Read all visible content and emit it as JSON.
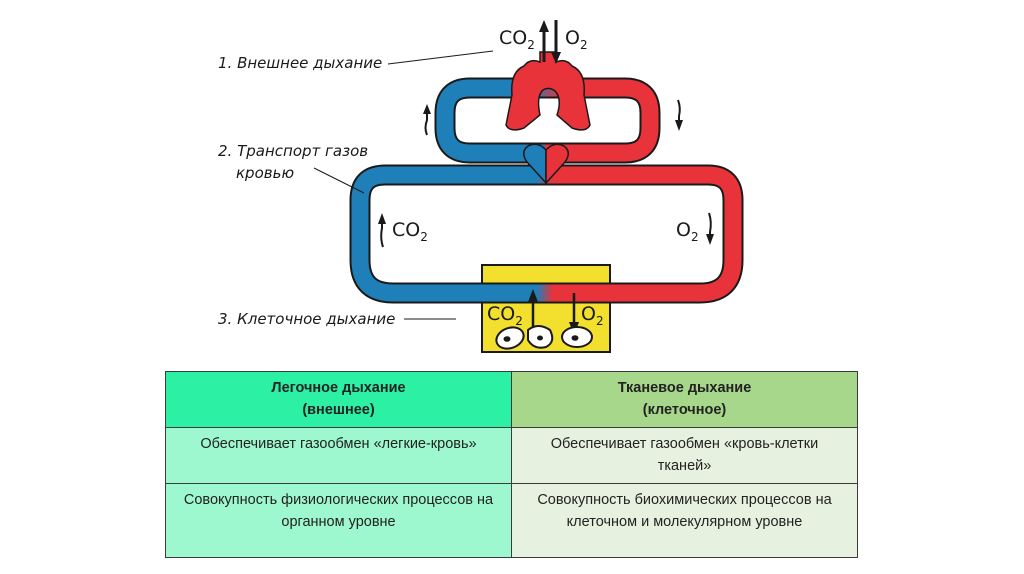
{
  "diagram": {
    "labels": {
      "external": "1. Внешнее дыхание",
      "transport_line1": "2. Транспорт газов",
      "transport_line2": "кровью",
      "cellular": "3. Клеточное дыхание"
    },
    "gases": {
      "co2_base": "CO",
      "o2_base": "O",
      "subscript": "2"
    },
    "colors": {
      "venous": "#1f7fb8",
      "arterial": "#e8333a",
      "tissue_box": "#f2df2e",
      "outline": "#1a1a1a"
    }
  },
  "table": {
    "headers": [
      {
        "line1": "Легочное дыхание",
        "line2": "(внешнее)"
      },
      {
        "line1": "Тканевое дыхание",
        "line2": "(клеточное)"
      }
    ],
    "rows": [
      [
        "Обеспечивает газообмен «легкие-кровь»",
        "Обеспечивает газообмен «кровь-клетки тканей»"
      ],
      [
        "Совокупность физиологических процессов на органном уровне",
        "Совокупность биохимических процессов на клеточном и молекулярном уровне"
      ]
    ],
    "colors": {
      "header_left": "#2cf0a4",
      "header_right": "#a7d78b",
      "cell_left": "#9ef8cf",
      "cell_right": "#e6f2df"
    }
  }
}
